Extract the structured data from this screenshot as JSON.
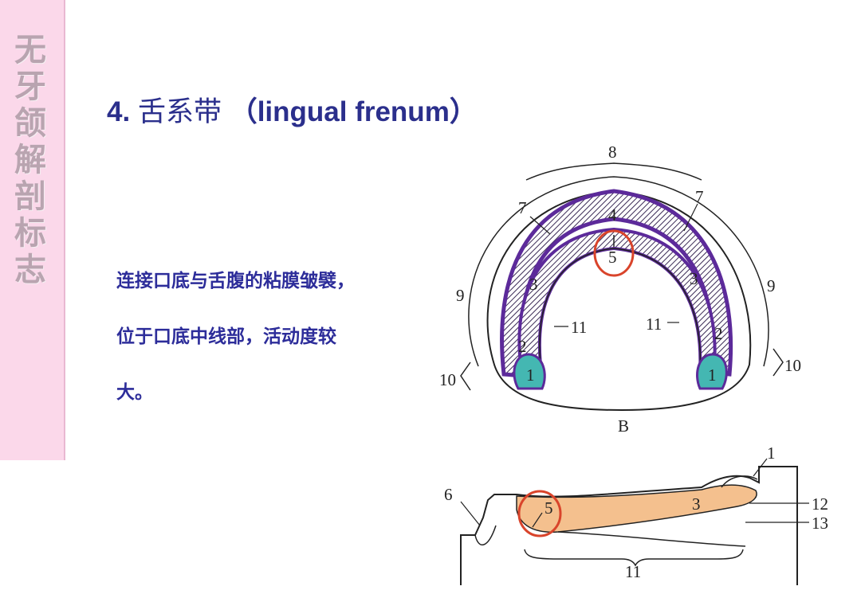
{
  "sidebar": {
    "text": "无牙颌解剖标志"
  },
  "heading": {
    "number": "4.",
    "cn": "舌系带",
    "en": "（lingual frenum）"
  },
  "description": {
    "lines": [
      "连接口底与舌腹的粘膜皱襞，",
      "位于口底中线部，活动度较",
      "大。"
    ]
  },
  "diagram_b": {
    "caption": "B",
    "labels": {
      "n8": "8",
      "n7": "7",
      "n4": "4",
      "n5": "5",
      "n3": "3",
      "n9": "9",
      "n11": "11",
      "n2": "2",
      "n1": "1",
      "n10": "10"
    },
    "colors": {
      "outline": "#5c2a9a",
      "retromolar": "#44b7b2",
      "highlight": "#d9442b"
    }
  },
  "diagram_side": {
    "labels": {
      "n1": "1",
      "n6": "6",
      "n5": "5",
      "n3": "3",
      "n12": "12",
      "n13": "13",
      "n11": "11"
    },
    "colors": {
      "fill": "#f4c08e",
      "highlight": "#d9442b"
    }
  }
}
